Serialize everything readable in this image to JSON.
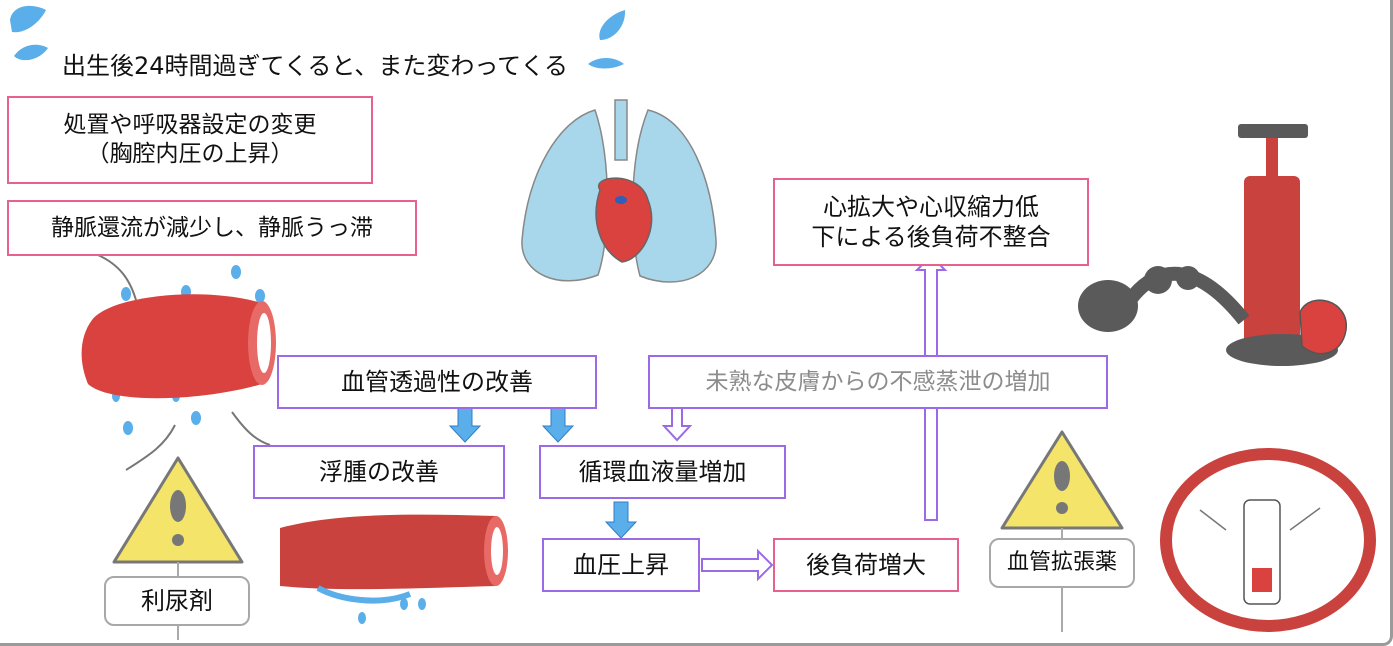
{
  "header": {
    "title": "出生後24時間過ぎてくると、また変わってくる"
  },
  "boxes": {
    "treatment_change": "処置や呼吸器設定の変更\n（胸腔内圧の上昇）",
    "venous_return": "静脈還流が減少し、静脈うっ滞",
    "permeability": "血管透過性の改善",
    "edema": "浮腫の改善",
    "insensible_loss": "未熟な皮膚からの不感蒸泄の増加",
    "blood_volume": "循環血液量増加",
    "bp_rise": "血圧上昇",
    "afterload": "後負荷増大",
    "mismatch": "心拡大や心収縮力低\n下による後負荷不整合",
    "diuretic": "利尿剤",
    "vasodilator": "血管拡張薬"
  },
  "colors": {
    "pink_border": "#e8608e",
    "purple_border": "#9b6ae6",
    "blue_arrow": "#5aaeea",
    "gray_border": "#a8a8a8"
  },
  "icons": [
    "water-drop-icon",
    "vein-icon",
    "lungs-heart-icon",
    "pump-icon",
    "warning-sign-icon",
    "vessel-icon"
  ]
}
